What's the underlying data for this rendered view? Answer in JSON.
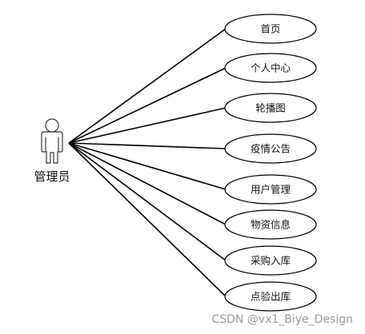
{
  "actor": {
    "label": "管理员",
    "icon": "person-icon"
  },
  "use_cases": [
    {
      "label": "首页"
    },
    {
      "label": "个人中心"
    },
    {
      "label": "轮播图"
    },
    {
      "label": "疫情公告"
    },
    {
      "label": "用户管理"
    },
    {
      "label": "物资信息"
    },
    {
      "label": "采购入库"
    },
    {
      "label": "点验出库"
    }
  ],
  "watermark": "CSDN @vx1_Biye_Design",
  "colors": {
    "line": "#000000",
    "ellipse_stroke": "#000000",
    "actor_fill": "#ffffff",
    "watermark": "#9a9a9a"
  }
}
